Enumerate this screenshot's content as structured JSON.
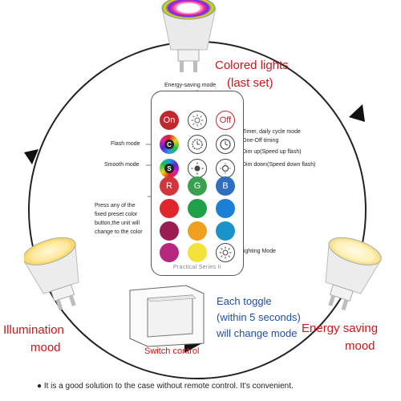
{
  "labels": {
    "colored_lights": "Colored lights",
    "last_set": "(last set)",
    "illumination": "Illumination",
    "illumination_mood": "mood",
    "energy_saving": "Energy saving",
    "energy_saving_mood": "mood",
    "switch_control": "Switch control",
    "toggle_line1": "Each toggle",
    "toggle_line2": "(within 5 seconds)",
    "toggle_line3": "will change mode",
    "bottom_note": "It is a good solution to the case without remote control. It's convenient."
  },
  "remote": {
    "on": "On",
    "off": "Off",
    "c": "C",
    "s": "S",
    "r": "R",
    "g": "G",
    "b": "B",
    "series": "Practical Series II",
    "callouts": {
      "energy_saving_mode": "Energy-saving mode",
      "timer": "Timer, daily cycle mode",
      "one_off": "One-Off timing",
      "flash_mode": "Flash mode",
      "dim_up": "Dim up(Speed up flash)",
      "smooth_mode": "Smooth mode",
      "dim_down": "Dim down(Speed down flash)",
      "preset_line1": "Press any of the",
      "preset_line2": "fixed preset color",
      "preset_line3": "button,the unit will",
      "preset_line4": "change to the color",
      "lighting_mode": "Lighting Mode"
    },
    "colors": {
      "on": "#c0282e",
      "r": "#d2353b",
      "g": "#3aa050",
      "b": "#2f6fbf",
      "row1": [
        "#e0262a",
        "#1fa14a",
        "#1b7fd6"
      ],
      "row2": [
        "#9a1c50",
        "#f0a020",
        "#1c93c8"
      ],
      "row3": [
        "#b5287e",
        "#f2e23a"
      ]
    }
  }
}
